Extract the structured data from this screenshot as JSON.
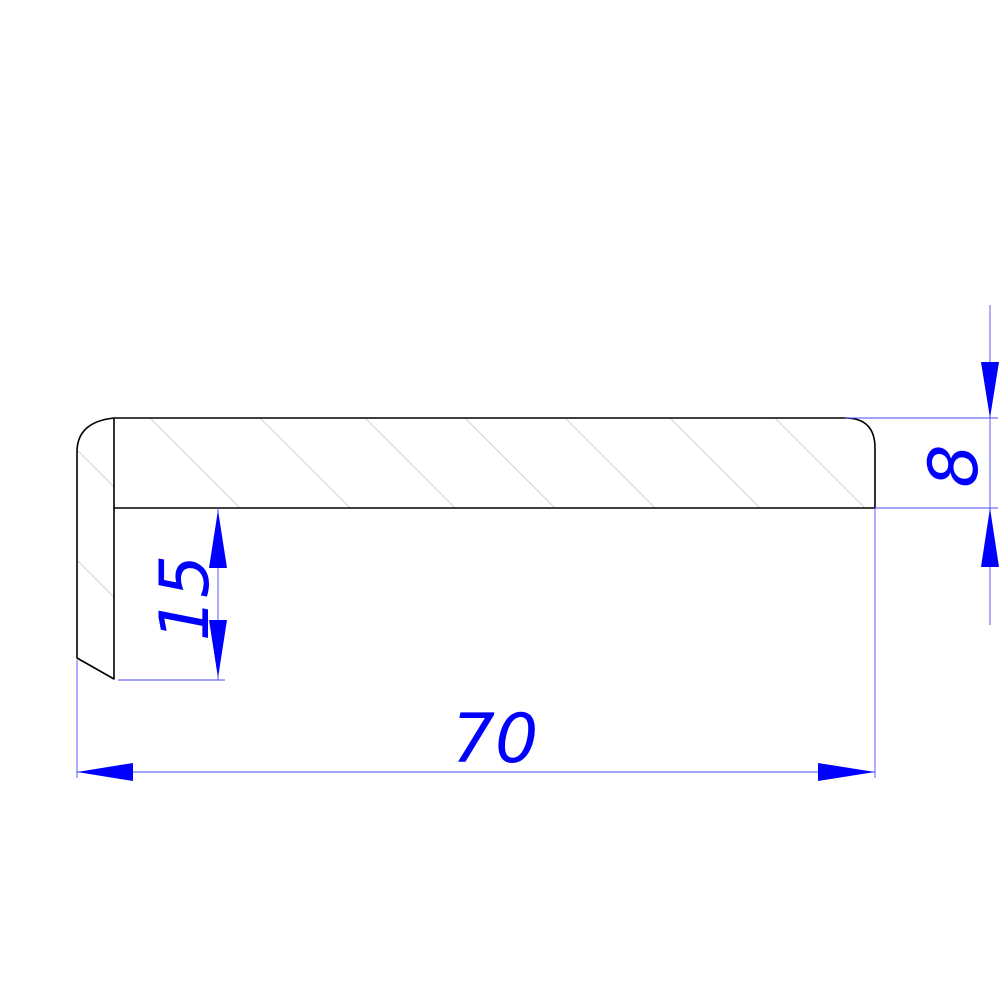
{
  "colors": {
    "outline": "#000000",
    "hatch": "#d2d2d2",
    "dimension": "#0000ff",
    "background": "#ffffff"
  },
  "dimensions": {
    "width_label": "70",
    "height_label": "8",
    "lip_label": "15"
  }
}
